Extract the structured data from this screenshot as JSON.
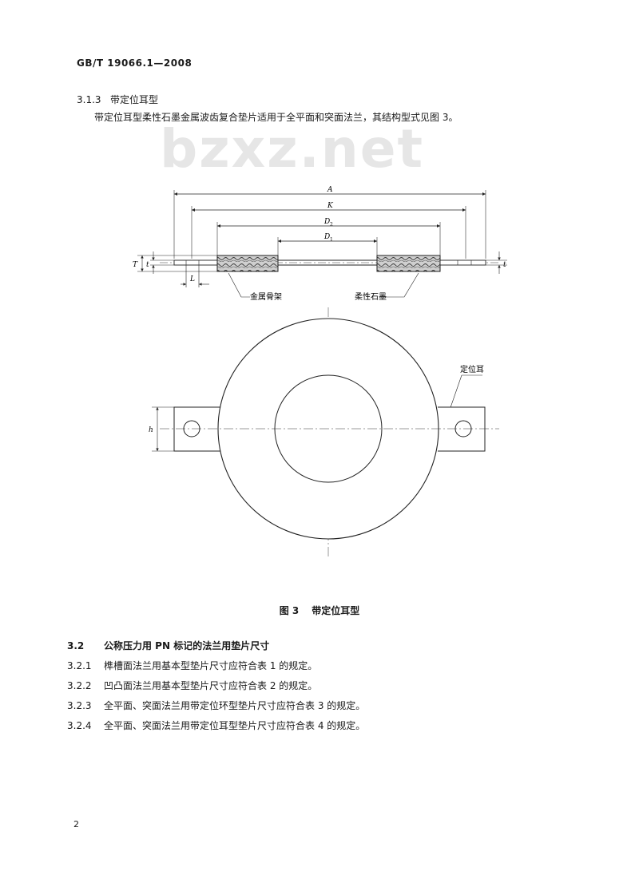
{
  "header": {
    "standard_no": "GB/T 19066.1—2008"
  },
  "section": {
    "number": "3.1.3",
    "title": "带定位耳型",
    "paragraph": "带定位耳型柔性石墨金属波齿复合垫片适用于全平面和突面法兰，其结构型式见图 3。"
  },
  "watermark": "bzxz.net",
  "figure": {
    "dims": {
      "A": "A",
      "K": "K",
      "D2": "D",
      "D2_sub": "2",
      "D1": "D",
      "D1_sub": "1",
      "T": "T",
      "t": "t",
      "t_right": "t",
      "L": "L",
      "h": "h"
    },
    "labels": {
      "metal_skeleton": "金属骨架",
      "flexible_graphite": "柔性石墨",
      "locating_ear": "定位耳"
    },
    "caption_number": "图 3",
    "caption_title": "带定位耳型"
  },
  "subsections": [
    {
      "number": "3.2",
      "text": "公称压力用 PN 标记的法兰用垫片尺寸"
    },
    {
      "number": "3.2.1",
      "text": "榫槽面法兰用基本型垫片尺寸应符合表 1 的规定。"
    },
    {
      "number": "3.2.2",
      "text": "凹凸面法兰用基本型垫片尺寸应符合表 2 的规定。"
    },
    {
      "number": "3.2.3",
      "text": "全平面、突面法兰用带定位环型垫片尺寸应符合表 3 的规定。"
    },
    {
      "number": "3.2.4",
      "text": "全平面、突面法兰用带定位耳型垫片尺寸应符合表 4 的规定。"
    }
  ],
  "page_number": "2"
}
